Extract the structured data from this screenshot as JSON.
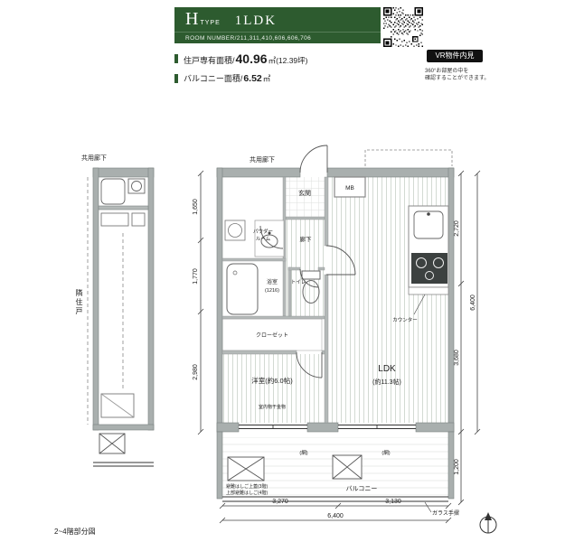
{
  "header": {
    "type_letter": "H",
    "type_word": "TYPE",
    "plan_type": "1LDK",
    "room_number": "ROOM NUMBER/211,311,410,606,606,706",
    "area_main_label": "住戸専有面積/",
    "area_main_value": "40.96",
    "area_main_unit": "㎡(12.39坪)",
    "area_balcony_label": "バルコニー面積/",
    "area_balcony_value": "6.52",
    "area_balcony_unit": "㎡",
    "vr_button": "VR物件内見",
    "vr_caption_1": "360°お部屋の中を",
    "vr_caption_2": "確認することができます。"
  },
  "plan": {
    "labels": {
      "common_corridor_left": "共用廊下",
      "common_corridor_top": "共用廊下",
      "neighbor_unit": "隣住戸",
      "entrance": "玄関",
      "mb": "MB",
      "hallway": "廊下",
      "toilet": "トイレ",
      "bath_name": "浴室",
      "bath_size": "(1216)",
      "powder_line1": "パウダー",
      "powder_line2": "ルーム",
      "closet": "クローゼット",
      "western_room": "洋室(約6.0帖)",
      "ldk_name": "LDK",
      "ldk_size": "(約11.3帖)",
      "balcony": "バルコニー",
      "counter": "カウンター",
      "indoor_hanger": "室内物干金物",
      "mesh_1": "(網)",
      "mesh_2": "(網)",
      "hatch_note_1": "避難はしご上蓋(3階)",
      "hatch_note_2": "上部避難はしご(4階)",
      "glass_rail": "ガラス手摺",
      "floor_note": "2~4階部分図"
    },
    "dims": {
      "left_1": "1,650",
      "left_2": "1,770",
      "left_3": "2,980",
      "right_1": "2,720",
      "right_2": "3,680",
      "right_balcony": "1,200",
      "right_total": "6,400",
      "bottom_1": "3,270",
      "bottom_2": "3,130",
      "bottom_total": "6,400"
    }
  },
  "colors": {
    "accent_green": "#2d5b2f",
    "wall_gray": "#a9afae"
  }
}
